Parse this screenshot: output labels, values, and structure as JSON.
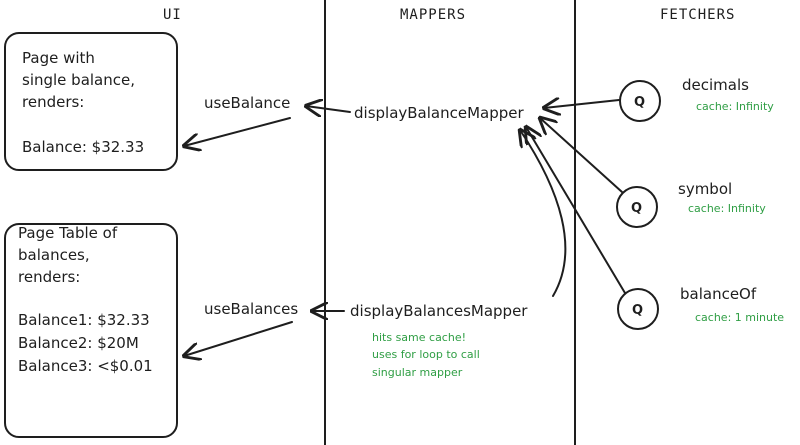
{
  "columns": {
    "ui": "UI",
    "mappers": "MAPPERS",
    "fetchers": "FETCHERS"
  },
  "ui_boxes": [
    {
      "lines": [
        "Page with",
        "single balance,",
        "renders:",
        "Balance: $32.33"
      ]
    },
    {
      "lines": [
        "Page Table of",
        "balances,",
        "renders:",
        "Balance1: $32.33",
        "Balance2: $20M",
        "Balance3: <$0.01"
      ]
    }
  ],
  "hooks": [
    "useBalance",
    "useBalances"
  ],
  "mappers": [
    "displayBalanceMapper",
    "displayBalancesMapper"
  ],
  "mapper_note": [
    "hits same cache!",
    "uses for loop to call",
    "singular mapper"
  ],
  "fetchers": [
    {
      "icon": "Q",
      "name": "decimals",
      "cache": "cache: Infinity"
    },
    {
      "icon": "Q",
      "name": "symbol",
      "cache": "cache: Infinity"
    },
    {
      "icon": "Q",
      "name": "balanceOf",
      "cache": "cache: 1 minute"
    }
  ],
  "colors": {
    "ink": "#1e1e1e",
    "note": "#2f9e44"
  }
}
